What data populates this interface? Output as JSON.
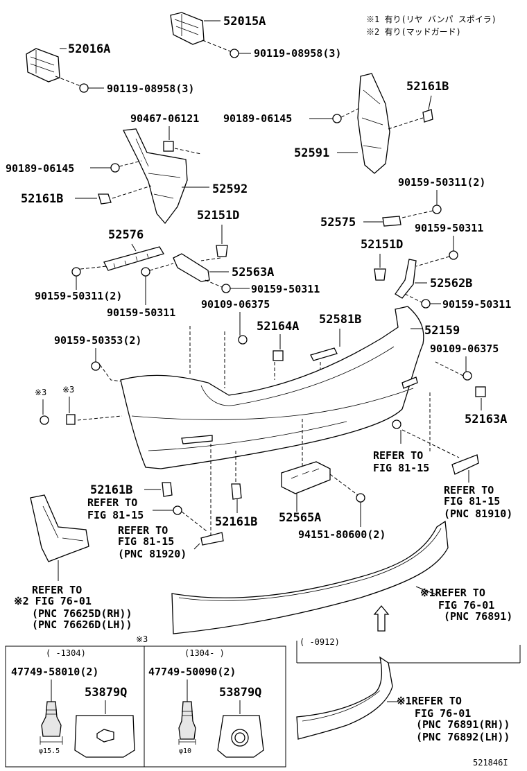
{
  "header_notes": {
    "note1": "※1 有り(リヤ バンパ スポイラ)",
    "note2": "※2 有り(マッドガード)"
  },
  "labels": {
    "p52015A": "52015A",
    "p90119_08958_top": "90119-08958(3)",
    "p52016A": "52016A",
    "p90119_08958_left": "90119-08958(3)",
    "p52161B_top": "52161B",
    "p90189_06145_right": "90189-06145",
    "p52591": "52591",
    "p90467_06121": "90467-06121",
    "p90189_06145_left": "90189-06145",
    "p52592": "52592",
    "p52161B_left": "52161B",
    "p90159_50311_2_right": "90159-50311(2)",
    "p52575": "52575",
    "p90159_50311_right": "90159-50311",
    "p52151D_right": "52151D",
    "p52562B": "52562B",
    "p90159_50311_right2": "90159-50311",
    "p52576": "52576",
    "p52151D_center": "52151D",
    "p52563A": "52563A",
    "p90159_50311_center": "90159-50311",
    "p90159_50311_2_left": "90159-50311(2)",
    "p90159_50311_left": "90159-50311",
    "p90109_06375_center": "90109-06375",
    "p52164A": "52164A",
    "p52581B": "52581B",
    "p52159": "52159",
    "p90109_06375_right": "90109-06375",
    "p90159_50353": "90159-50353(2)",
    "mark3_a": "※3",
    "mark3_b": "※3",
    "p52163A": "52163A",
    "refer_81_15_right_a": "REFER TO",
    "refer_81_15_right_b": "FIG 81-15",
    "refer_81910_a": "REFER TO",
    "refer_81910_b": "FIG 81-15",
    "refer_81910_c": "(PNC 81910)",
    "p52161B_bottom_left": "52161B",
    "refer_81_15_left_a": "REFER TO",
    "refer_81_15_left_b": "FIG 81-15",
    "refer_81920_a": "REFER TO",
    "refer_81920_b": "FIG 81-15",
    "refer_81920_c": "(PNC 81920)",
    "p52161B_bottom_center": "52161B",
    "p52565A": "52565A",
    "p94151_80600": "94151-80600(2)",
    "refer_76_01_mud_a": "REFER TO",
    "refer_76_01_mud_b": "※2 FIG 76-01",
    "refer_76_01_mud_c": "(PNC 76625D(RH))",
    "refer_76_01_mud_d": "(PNC 76626D(LH))",
    "refer_76891_a": "※1REFER TO",
    "refer_76891_b": "FIG 76-01",
    "refer_76891_c": "(PNC 76891)",
    "mark3_box": "※3",
    "box_left_period": "(      -1304)",
    "box_right_period": "(1304-      )",
    "p47749_58010": "47749-58010(2)",
    "p53879Q_left": "53879Q",
    "p47749_50090": "47749-50090(2)",
    "p53879Q_right": "53879Q",
    "dim_left": "φ15.5",
    "dim_right": "φ10",
    "spoiler_period": "(      -0912)",
    "refer_spoiler_a": "※1REFER TO",
    "refer_spoiler_b": "FIG 76-01",
    "refer_spoiler_c": "(PNC 76891(RH))",
    "refer_spoiler_d": "(PNC 76892(LH))",
    "figure_id": "521846I"
  }
}
